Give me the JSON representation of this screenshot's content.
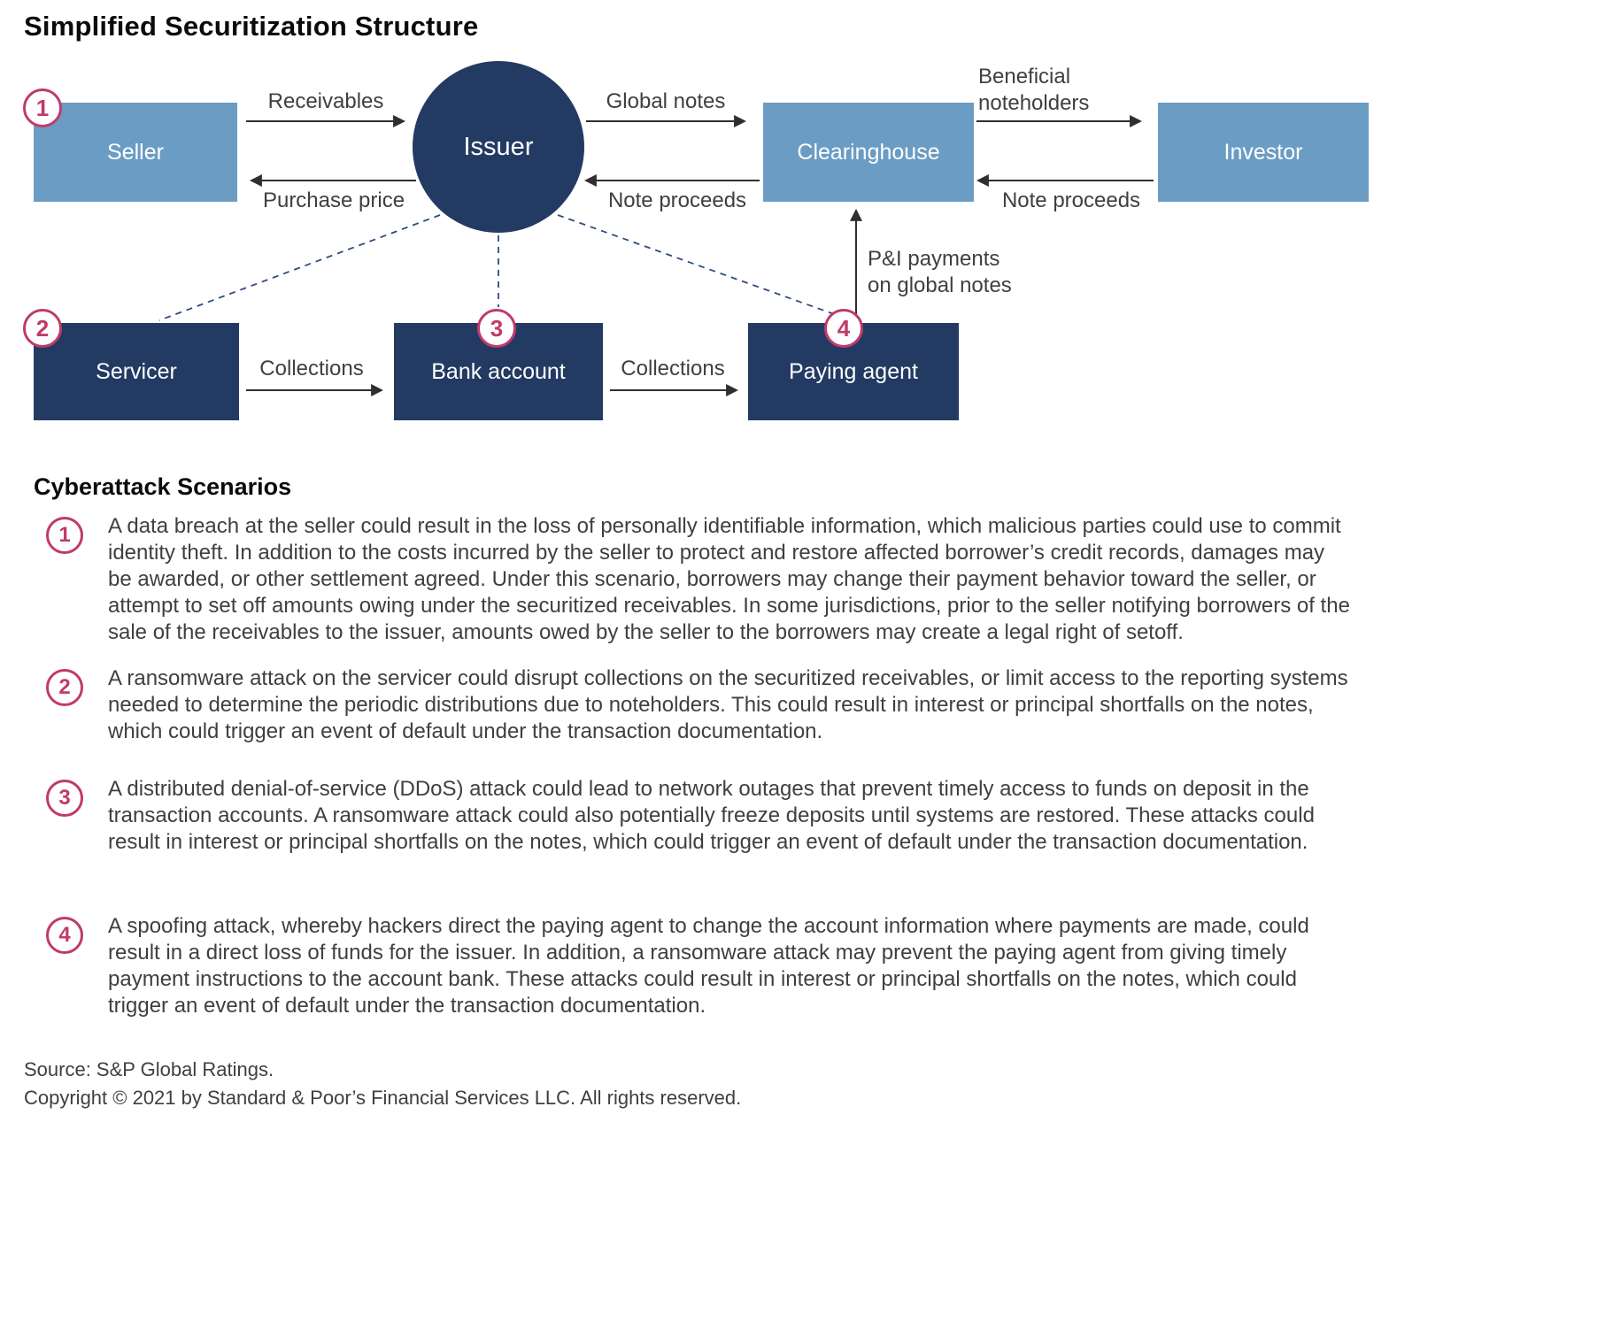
{
  "title": "Simplified Securitization Structure",
  "diagram": {
    "nodes": {
      "seller": {
        "label": "Seller",
        "badge": "1"
      },
      "issuer": {
        "label": "Issuer"
      },
      "clearinghouse": {
        "label": "Clearinghouse"
      },
      "investor": {
        "label": "Investor"
      },
      "servicer": {
        "label": "Servicer",
        "badge": "2"
      },
      "bank_account": {
        "label": "Bank account",
        "badge": "3"
      },
      "paying_agent": {
        "label": "Paying agent",
        "badge": "4"
      }
    },
    "flows": {
      "receivables": "Receivables",
      "purchase_price": "Purchase price",
      "global_notes": "Global notes",
      "note_proceeds_left": "Note proceeds",
      "beneficial_line1": "Beneficial",
      "beneficial_line2": "noteholders",
      "note_proceeds_right": "Note proceeds",
      "pi_line1": "P&I payments",
      "pi_line2": "on global notes",
      "collections_1": "Collections",
      "collections_2": "Collections"
    },
    "colors": {
      "light_blue": "#6b9cc3",
      "dark_navy": "#233a63",
      "badge_pink": "#c13a6c",
      "arrow": "#2f2f2f",
      "dashed_link": "#2f4c7e"
    }
  },
  "scenarios": {
    "heading": "Cyberattack Scenarios",
    "items": [
      {
        "number": "1",
        "text": "A data breach at the seller could result in the loss of personally identifiable information, which malicious parties could use to commit identity theft. In addition to the costs incurred by the seller to protect and restore affected borrower’s credit records, damages may be awarded, or other settlement agreed. Under this scenario, borrowers may change their payment behavior toward the seller, or attempt to set off amounts owing under the securitized receivables. In some jurisdictions, prior to the seller notifying borrowers of the sale of the receivables to the issuer, amounts owed by the seller to the borrowers may create a legal right of setoff."
      },
      {
        "number": "2",
        "text": "A ransomware attack on the servicer could disrupt collections on the securitized receivables, or limit access to the reporting systems needed to determine the periodic distributions due to noteholders. This could result in interest or principal shortfalls on the notes, which could trigger an event of default under the transaction documentation."
      },
      {
        "number": "3",
        "text": "A distributed denial-of-service (DDoS) attack could lead to network outages that prevent timely access to funds on deposit in the transaction accounts. A ransomware attack could also potentially freeze deposits until systems are restored. These attacks could result in interest or principal shortfalls on the notes, which could trigger an event of default under the transaction documentation."
      },
      {
        "number": "4",
        "text": "A spoofing attack, whereby hackers direct the paying agent to change the account information where payments are made, could result in a direct loss of funds for the issuer. In addition, a ransomware attack may prevent the paying agent from giving timely payment instructions to the account bank. These attacks could result in interest or principal shortfalls on the notes, which could trigger an event of default under the transaction documentation."
      }
    ]
  },
  "footer": {
    "source": "Source: S&P Global Ratings.",
    "copyright": "Copyright © 2021 by Standard & Poor’s Financial Services LLC. All rights reserved."
  }
}
